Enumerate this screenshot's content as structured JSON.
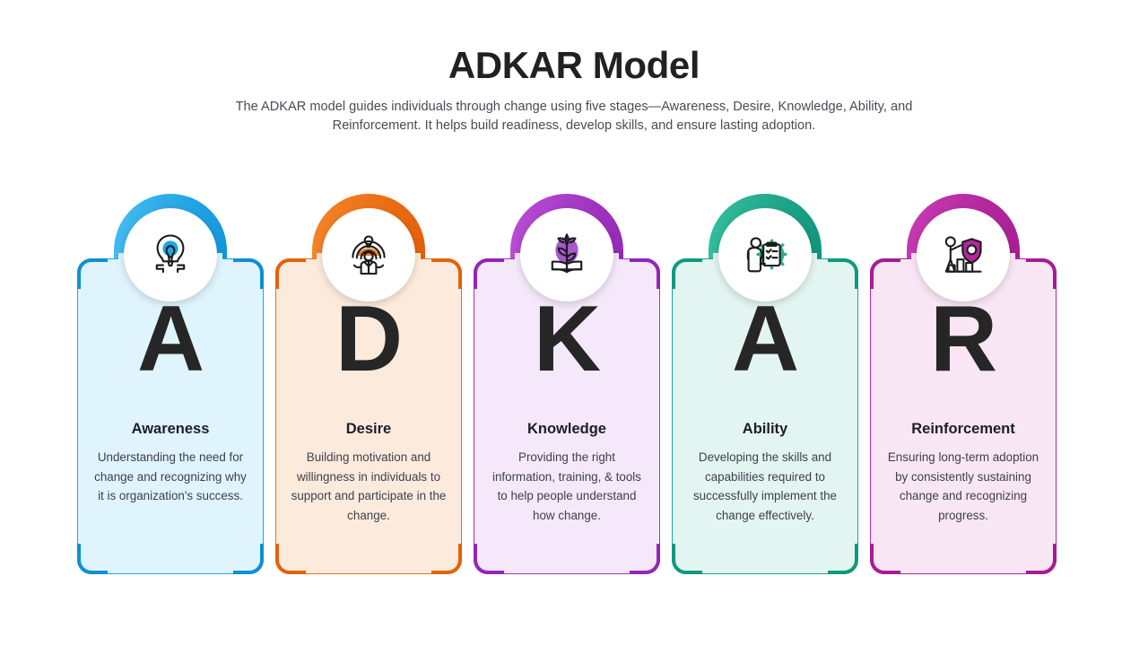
{
  "header": {
    "title": "ADKAR Model",
    "subtitle": "The ADKAR model guides individuals through change using five stages—Awareness, Desire, Knowledge, Ability, and Reinforcement. It helps build readiness, develop skills, and ensure lasting adoption."
  },
  "cards": [
    {
      "letter": "A",
      "name": "Awareness",
      "description": "Understanding the need for change and recognizing why it is organization's success.",
      "icon": "lightbulb-head-gear-icon",
      "accent": "#1EA8E6",
      "accent_dark": "#0F8FD4",
      "arch_from": "#45BDF0",
      "arch_to": "#0D93DB",
      "tint": "#DFF4FD",
      "icon_accent": "#1EA8E6"
    },
    {
      "letter": "D",
      "name": "Desire",
      "description": "Building motivation and willingness in individuals to support and participate in the change.",
      "icon": "person-idea-arcs-icon",
      "accent": "#ED7014",
      "accent_dark": "#E2620A",
      "arch_from": "#F5862A",
      "arch_to": "#E35C06",
      "tint": "#FCEBDC",
      "icon_accent": "#ED7014"
    },
    {
      "letter": "K",
      "name": "Knowledge",
      "description": "Providing the right information, training, & tools to help people understand how change.",
      "icon": "book-plant-growth-icon",
      "accent": "#A435C4",
      "accent_dark": "#9326B5",
      "arch_from": "#B94FD6",
      "arch_to": "#9326B5",
      "tint": "#F4E8FA",
      "icon_accent": "#9E4BC4"
    },
    {
      "letter": "A",
      "name": "Ability",
      "description": "Developing the skills and capabilities required to successfully implement the change effectively.",
      "icon": "person-checklist-gear-icon",
      "accent": "#17A98C",
      "accent_dark": "#0F9A7E",
      "arch_from": "#35BFA0",
      "arch_to": "#0E9278",
      "tint": "#E3F5F0",
      "icon_accent": "#2BAE90"
    },
    {
      "letter": "R",
      "name": "Reinforcement",
      "description": "Ensuring long-term adoption by consistently sustaining change and recognizing progress.",
      "icon": "person-chart-shield-icon",
      "accent": "#B4269E",
      "accent_dark": "#A61C92",
      "arch_from": "#C93BB4",
      "arch_to": "#A61C92",
      "tint": "#F9E6F4",
      "icon_accent": "#B4269E"
    }
  ]
}
